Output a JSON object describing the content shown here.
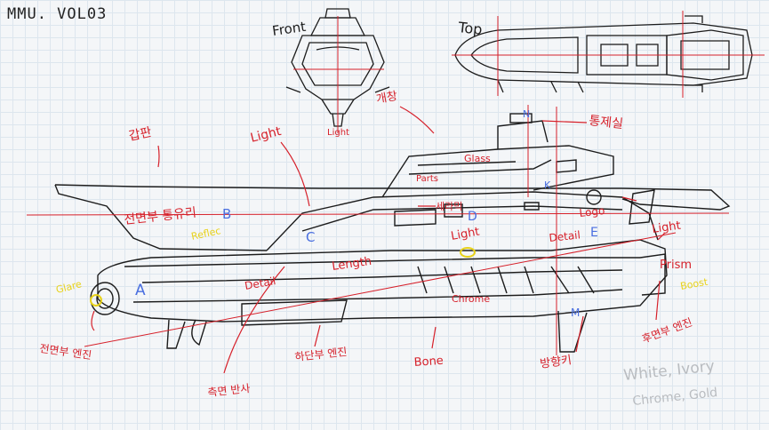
{
  "sheet_title": "MMU. VOL03",
  "views": {
    "front_label": "Front",
    "top_label": "Top",
    "front_note": "Light"
  },
  "annotations": {
    "deck_plate": "갑판",
    "light_1": "Light",
    "window_glass": "개창",
    "bridge": "통제실",
    "glass": "Glass",
    "parts": "Parts",
    "ceramic": "세라믹",
    "logo": "Logo",
    "front_glass": "전면부 통유리",
    "label_b": "B",
    "reflec": "Reflec",
    "label_c": "C",
    "label_d": "D",
    "light_2": "Light",
    "detail_1": "Detail",
    "label_e": "E",
    "light_3": "Light",
    "glare": "Glare",
    "label_a": "A",
    "detail_2": "Detail",
    "length": "Length",
    "chrome": "Chrome",
    "prism": "Prism",
    "booster": "Boost",
    "front_engine": "전면부 엔진",
    "lower_engine": "하단부 엔진",
    "bone": "Bone",
    "side_lamp": "측면 반사",
    "stabilizer": "방향키",
    "rear_engine": "후면부 엔진",
    "label_m": "M",
    "label_k": "K",
    "label_n": "N"
  },
  "material_notes": {
    "line1": "White, Ivory",
    "line2": "Chrome, Gold"
  },
  "colors": {
    "ink": "#1c1c1c",
    "red": "#d6202a",
    "blue": "#4a6fe0",
    "yellow": "#e8d21a",
    "grey_note": "#b9bcc0"
  }
}
